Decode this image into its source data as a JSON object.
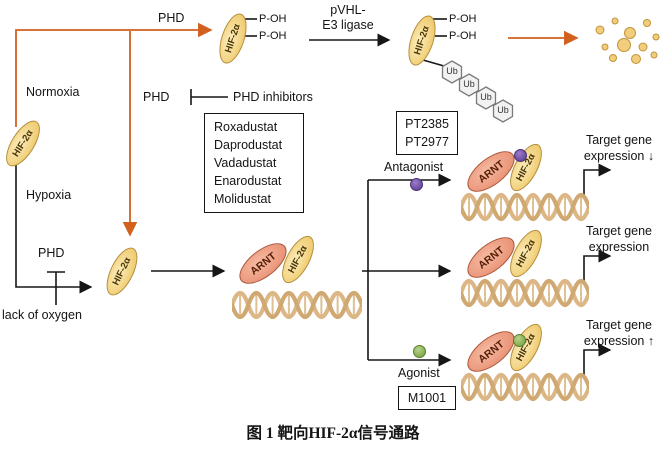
{
  "caption": "图 1 靶向HIF-2α信号通路",
  "proteins": {
    "hif2a": "HIF-2α",
    "arnt": "ARNT",
    "ubiquitin": "Ub",
    "hydroxyl": "P-OH"
  },
  "labels": {
    "phd": "PHD",
    "pvhl_line1": "pVHL-",
    "pvhl_line2": "E3 ligase",
    "normoxia": "Normoxia",
    "hypoxia": "Hypoxia",
    "lack_of_oxygen": "lack of oxygen",
    "phd_inhibitors": "PHD inhibitors",
    "antagonist": "Antagonist",
    "agonist": "Agonist"
  },
  "drug_boxes": {
    "phd_inhibitors": [
      "Roxadustat",
      "Daprodustat",
      "Vadadustat",
      "Enarodustat",
      "Molidustat"
    ],
    "antagonists": [
      "PT2385",
      "PT2977"
    ],
    "agonist": "M1001"
  },
  "outcomes": {
    "antagonist_line1": "Target gene",
    "antagonist_line2": "expression ↓",
    "normal_line1": "Target gene",
    "normal_line2": "expression",
    "agonist_line1": "Target gene",
    "agonist_line2": "expression ↑"
  },
  "colors": {
    "hif_fill": "#f0cd74",
    "arnt_fill": "#ea9579",
    "pathway_orange": "#d2611e",
    "dna_tan": "#d8b382",
    "antagonist_purple": "#6a4a9e",
    "agonist_green": "#85ab4f",
    "ubiquitin_fill": "#f2f2f2"
  }
}
